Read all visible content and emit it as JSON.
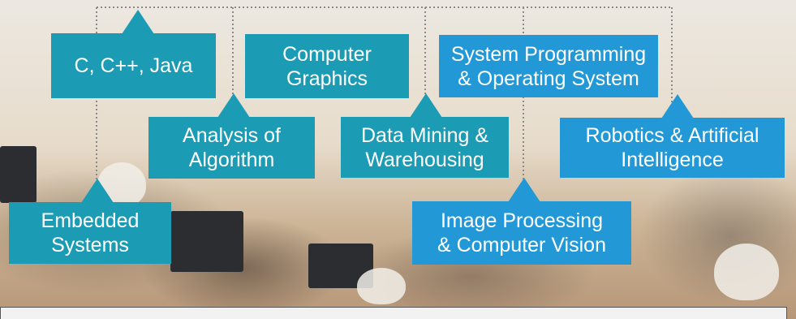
{
  "colors": {
    "teal": "#1b9bb4",
    "blue": "#2299d6",
    "connector": "#8a8a8a",
    "text": "#ffffff"
  },
  "diagram": {
    "nodes": [
      {
        "id": "c-cpp-java",
        "lines": [
          "C, C++, Java"
        ]
      },
      {
        "id": "computer-graphics",
        "lines": [
          "Computer",
          "Graphics"
        ]
      },
      {
        "id": "system-programming",
        "lines": [
          "System Programming",
          "& Operating System"
        ]
      },
      {
        "id": "analysis-of-algorithm",
        "lines": [
          "Analysis of",
          "Algorithm"
        ]
      },
      {
        "id": "data-mining",
        "lines": [
          "Data Mining &",
          "Warehousing"
        ]
      },
      {
        "id": "robotics-ai",
        "lines": [
          "Robotics & Artificial",
          "Intelligence"
        ]
      },
      {
        "id": "embedded-systems",
        "lines": [
          "Embedded",
          "Systems"
        ]
      },
      {
        "id": "image-processing",
        "lines": [
          "Image Processing",
          "& Computer Vision"
        ]
      }
    ]
  }
}
